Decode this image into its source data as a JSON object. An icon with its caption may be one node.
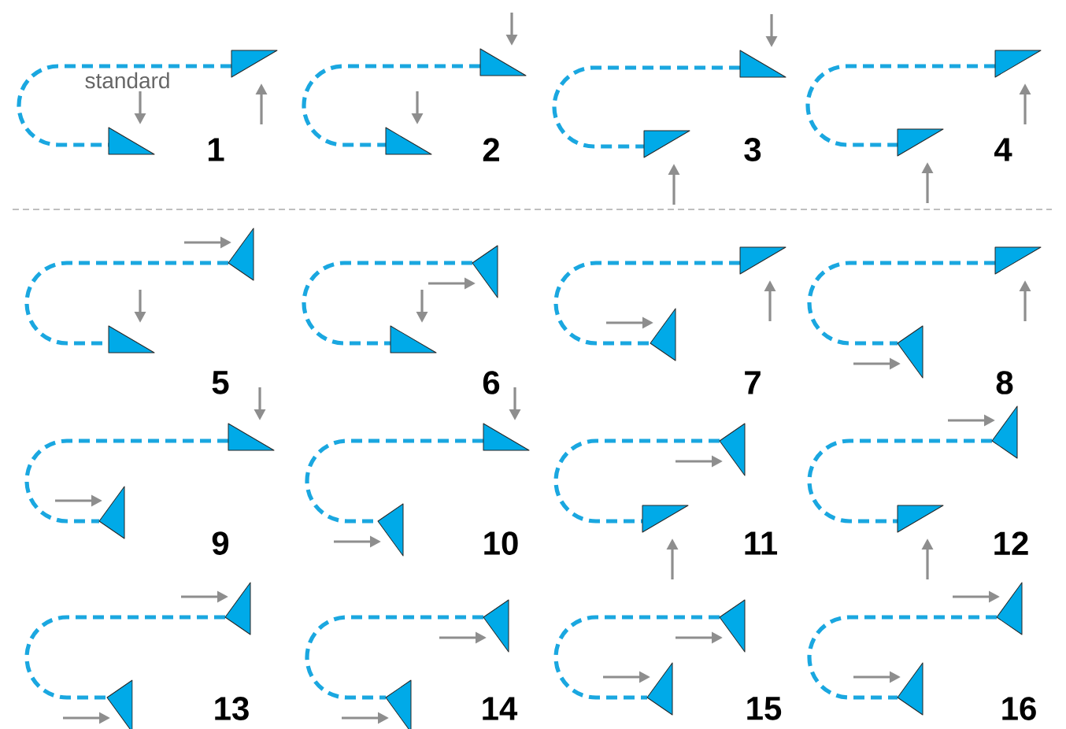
{
  "diagram": {
    "labels": [
      "standard",
      "1",
      "2",
      "3",
      "4",
      "5",
      "6",
      "7",
      "8",
      "9",
      "10",
      "11",
      "12",
      "13",
      "14",
      "15",
      "16"
    ]
  }
}
